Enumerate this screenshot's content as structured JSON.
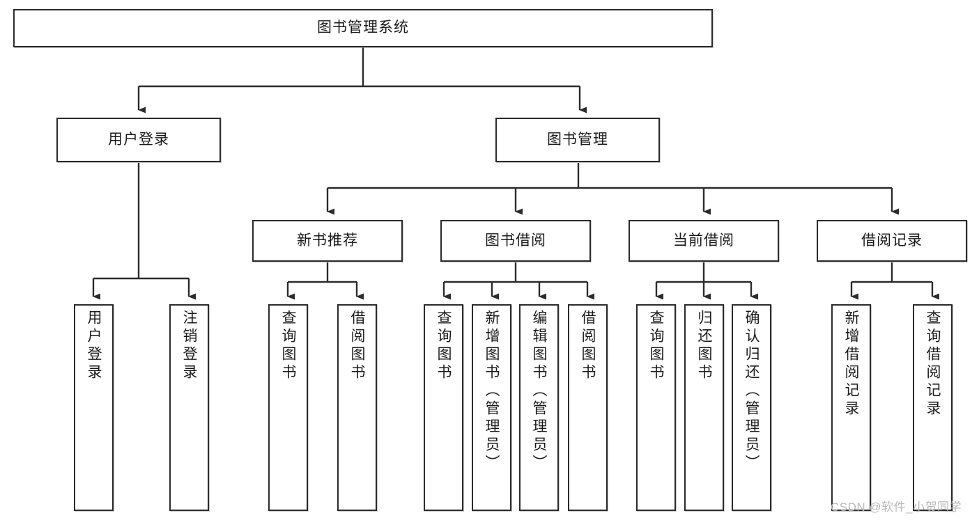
{
  "diagram": {
    "title": "图书管理系统",
    "type": "hierarchy-tree",
    "levels": 4,
    "root": {
      "label": "图书管理系统"
    },
    "level2": [
      {
        "label": "用户登录"
      },
      {
        "label": "图书管理"
      }
    ],
    "level3": [
      {
        "label": "新书推荐",
        "parent": "图书管理"
      },
      {
        "label": "图书借阅",
        "parent": "图书管理"
      },
      {
        "label": "当前借阅",
        "parent": "图书管理"
      },
      {
        "label": "借阅记录",
        "parent": "图书管理"
      }
    ],
    "leaves": {
      "user_login": [
        {
          "label": "用户登录"
        },
        {
          "label": "注销登录"
        }
      ],
      "new_book_recommend": [
        {
          "label": "查询图书"
        },
        {
          "label": "借阅图书"
        }
      ],
      "book_borrow": [
        {
          "label": "查询图书"
        },
        {
          "label": "新增图书（管理员）"
        },
        {
          "label": "编辑图书（管理员）"
        },
        {
          "label": "借阅图书"
        }
      ],
      "current_borrow": [
        {
          "label": "查询图书"
        },
        {
          "label": "归还图书"
        },
        {
          "label": "确认归还（管理员）"
        }
      ],
      "borrow_record": [
        {
          "label": "新增借阅记录"
        },
        {
          "label": "查询借阅记录"
        }
      ]
    }
  },
  "watermark": {
    "text": "CSDN @软件_小贺同学"
  },
  "colors": {
    "box_border": "#2b2b2b",
    "box_fill": "#ffffff",
    "line": "#2b2b2b",
    "text": "#1a1a1a",
    "watermark": "#b9b9b9",
    "background": "#ffffff"
  }
}
